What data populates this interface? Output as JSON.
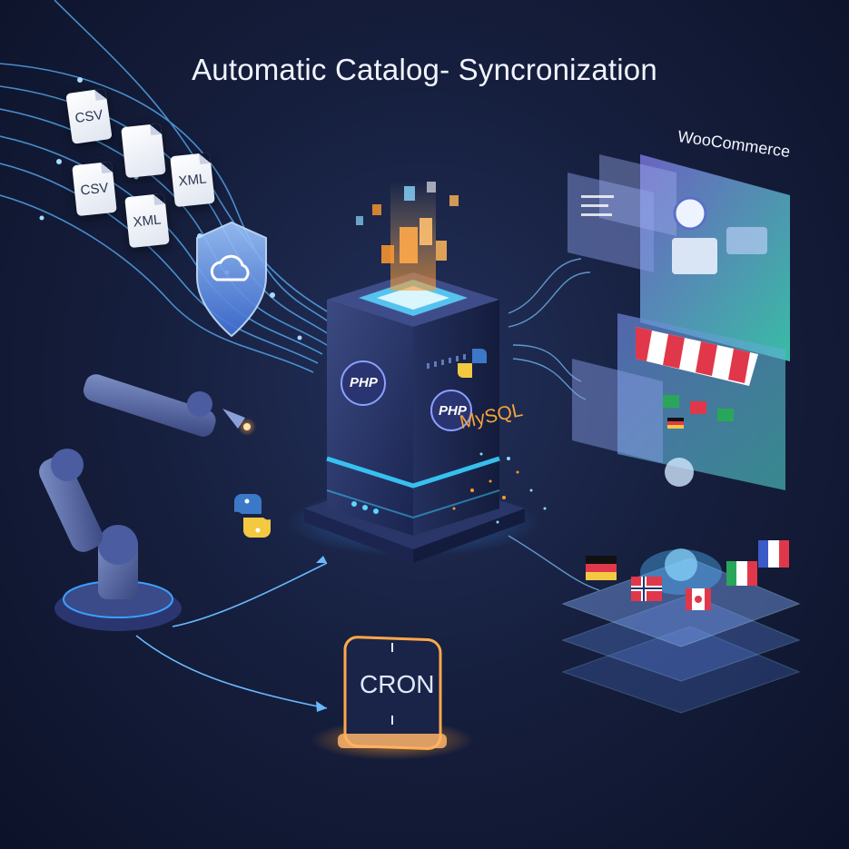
{
  "title": "Automatic Catalog- Syncronization",
  "files": [
    {
      "label": "CSV"
    },
    {
      "label": ""
    },
    {
      "label": "CSV"
    },
    {
      "label": "XML"
    },
    {
      "label": "XML"
    }
  ],
  "server": {
    "php_badge_1": "PHP",
    "php_badge_2": "PHP",
    "database_label": "MySQL"
  },
  "storefront": {
    "platform_label": "WooCommerce"
  },
  "scheduler": {
    "label": "CRON"
  },
  "icons": {
    "security": "shield-cloud-icon",
    "robot": "robotic-arm-icon",
    "python": "python-logo-icon",
    "wordpress": "wordpress-logo-icon",
    "globe": "globe-icon"
  },
  "colors": {
    "accent_blue": "#3aa0ff",
    "accent_orange": "#ff9a2e",
    "woo_panel": "#45d6b8",
    "background": "#161f3e"
  }
}
